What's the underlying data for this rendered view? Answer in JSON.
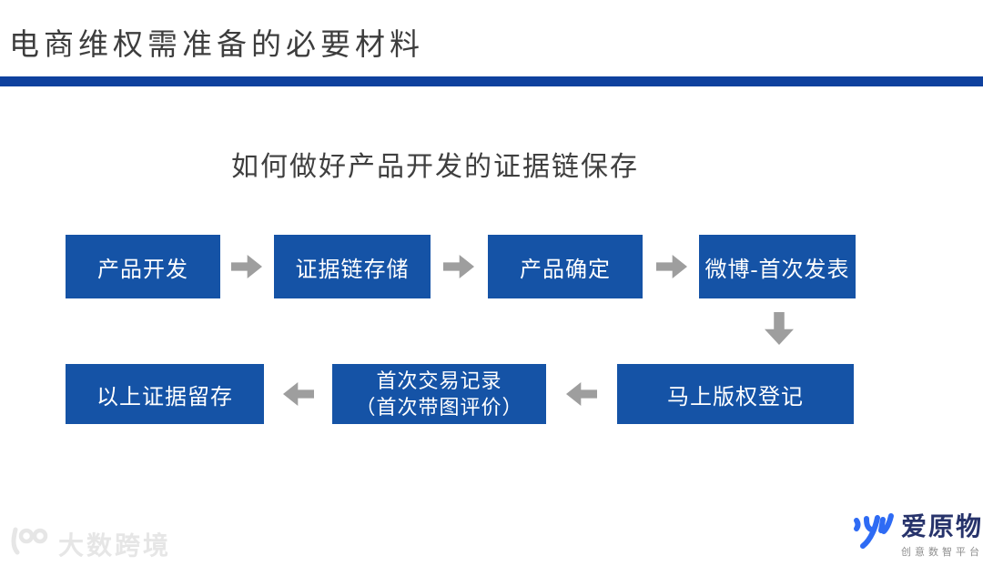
{
  "header": {
    "title": "电商维权需准备的必要材料",
    "subtitle": "如何做好产品开发的证据链保存"
  },
  "flow": {
    "row1": [
      {
        "label": "产品开发"
      },
      {
        "label": "证据链存储"
      },
      {
        "label": "产品确定"
      },
      {
        "label": "微博-首次发表"
      }
    ],
    "row2": [
      {
        "label": "马上版权登记"
      },
      {
        "label_line1": "首次交易记录",
        "label_line2": "（首次带图评价）"
      },
      {
        "label": "以上证据留存"
      }
    ]
  },
  "watermark": {
    "text": "大数跨境"
  },
  "logo": {
    "name": "爱原物",
    "tagline": "创意数智平台"
  },
  "colors": {
    "box_blue": "#1553a6",
    "divider_blue": "#0f419e",
    "arrow_gray": "#9e9e9e",
    "logo_blue": "#2e6bf4",
    "logo_navy": "#27336b",
    "title_gray": "#3d3d3d",
    "watermark_gray": "#e6e6e6"
  }
}
